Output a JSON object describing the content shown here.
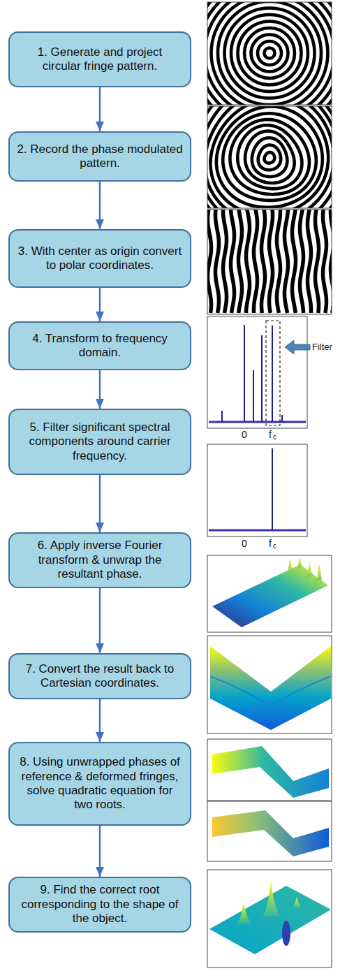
{
  "diagram": {
    "nodes": [
      {
        "text": [
          "1. Generate and project circular fringe pattern."
        ]
      },
      {
        "text": [
          "2. Record the phase modulated pattern."
        ]
      },
      {
        "text": [
          "3. With center as origin convert to polar coordinates."
        ]
      },
      {
        "text": [
          "4. Transform to frequency domain."
        ]
      },
      {
        "text": [
          "5. Filter significant spectral components around carrier frequency."
        ]
      },
      {
        "text": [
          "6. Apply inverse Fourier transform & unwrap the resultant phase."
        ]
      },
      {
        "text": [
          "7. Convert the result back to Cartesian coordinates."
        ]
      },
      {
        "text": [
          "8. Using unwrapped phases of reference & deformed fringes, solve quadratic equation for two roots."
        ]
      },
      {
        "text": [
          "9. Find the correct root corresponding to the shape of the object."
        ]
      }
    ],
    "edges": [
      {
        "from": 0,
        "to": 1,
        "arrow": "to"
      },
      {
        "from": 1,
        "to": 2,
        "arrow": "to"
      },
      {
        "from": 2,
        "to": 3,
        "arrow": "to"
      },
      {
        "from": 3,
        "to": 4,
        "arrow": "to"
      },
      {
        "from": 4,
        "to": 5,
        "arrow": "to"
      },
      {
        "from": 5,
        "to": 6,
        "arrow": "to"
      },
      {
        "from": 6,
        "to": 7,
        "arrow": "to"
      },
      {
        "from": 7,
        "to": 8,
        "arrow": "to"
      }
    ],
    "labels": [
      "Filter",
      "0",
      "f",
      "c",
      "0",
      "f",
      "c"
    ]
  }
}
